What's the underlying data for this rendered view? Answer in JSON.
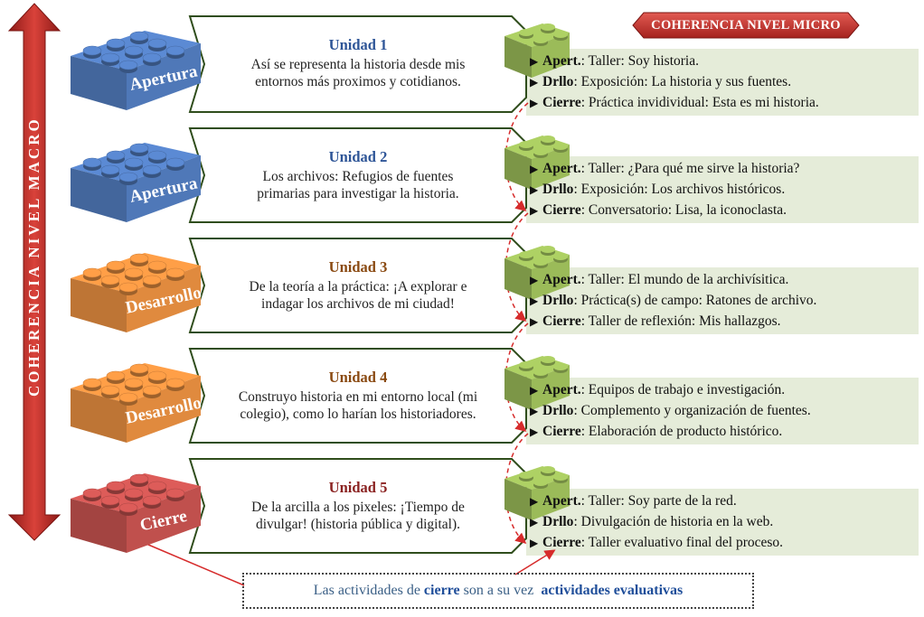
{
  "header": {
    "micro_label": "COHERENCIA NIVEL MICRO",
    "macro_label": "COHERENCIA NIVEL MACRO"
  },
  "units": [
    {
      "brick_label": "Apertura",
      "brick_color": "#4f78b8",
      "title": "Unidad 1",
      "title_color": "#2e5597",
      "description_lines": [
        "Así se representa la historia desde mis",
        "entornos más proximos y cotidianos."
      ],
      "activities": [
        {
          "label": "Apert.",
          "text": ": Taller: Soy historia."
        },
        {
          "label": "Drllo",
          "text": ": Exposición: La historia y sus fuentes."
        },
        {
          "label": "Cierre",
          "text": ": Práctica invidividual: Esta es mi historia."
        }
      ]
    },
    {
      "brick_label": "Apertura",
      "brick_color": "#4f78b8",
      "title": "Unidad 2",
      "title_color": "#2e5597",
      "description_lines": [
        "Los archivos: Refugios de fuentes",
        "primarias para investigar la historia."
      ],
      "activities": [
        {
          "label": "Apert.",
          "text": ": Taller: ¿Para qué me sirve la historia?"
        },
        {
          "label": "Drllo",
          "text": ": Exposición: Los archivos históricos."
        },
        {
          "label": "Cierre",
          "text": ": Conversatorio: Lisa, la iconoclasta."
        }
      ]
    },
    {
      "brick_label": "Desarrollo",
      "brick_color": "#e08a3e",
      "title": "Unidad 3",
      "title_color": "#8a4a12",
      "description_lines": [
        "De la teoría a la práctica: ¡A explorar e",
        "indagar los archivos de mi ciudad!"
      ],
      "activities": [
        {
          "label": "Apert.",
          "text": ": Taller: El mundo de la archivísitica."
        },
        {
          "label": "Drllo",
          "text": ": Práctica(s) de campo: Ratones de archivo."
        },
        {
          "label": "Cierre",
          "text": ": Taller de reflexión: Mis hallazgos."
        }
      ]
    },
    {
      "brick_label": "Desarrollo",
      "brick_color": "#e08a3e",
      "title": "Unidad 4",
      "title_color": "#8a4a12",
      "description_lines": [
        "Construyo historia en mi entorno local (mi",
        "colegio), como lo harían los historiadores."
      ],
      "activities": [
        {
          "label": "Apert.",
          "text": ": Equipos de trabajo e investigación."
        },
        {
          "label": "Drllo",
          "text": ": Complemento y organización de fuentes."
        },
        {
          "label": "Cierre",
          "text": ": Elaboración de producto histórico."
        }
      ]
    },
    {
      "brick_label": "Cierre",
      "brick_color": "#c0504d",
      "title": "Unidad 5",
      "title_color": "#8b2322",
      "description_lines": [
        "De la arcilla a los pixeles: ¡Tiempo de",
        "divulgar! (historia pública y digital)."
      ],
      "activities": [
        {
          "label": "Apert.",
          "text": ": Taller: Soy parte de la red."
        },
        {
          "label": "Drllo",
          "text": ": Divulgación de historia en la web."
        },
        {
          "label": "Cierre",
          "text": ": Taller evaluativo final del proceso."
        }
      ]
    }
  ],
  "note": {
    "part1": "Las actividades de ",
    "emph1": "cierre",
    "part2": " son a su vez ",
    "emph2": "actividades evaluativas"
  },
  "colors": {
    "macro_arrow": "#c0312b",
    "micro_banner": "#c0312b",
    "small_brick": "#9bbb59",
    "activity_band": "#e5ecd9",
    "dashed_arrow": "#d62b2b",
    "box_border": "#2f4d1c"
  }
}
